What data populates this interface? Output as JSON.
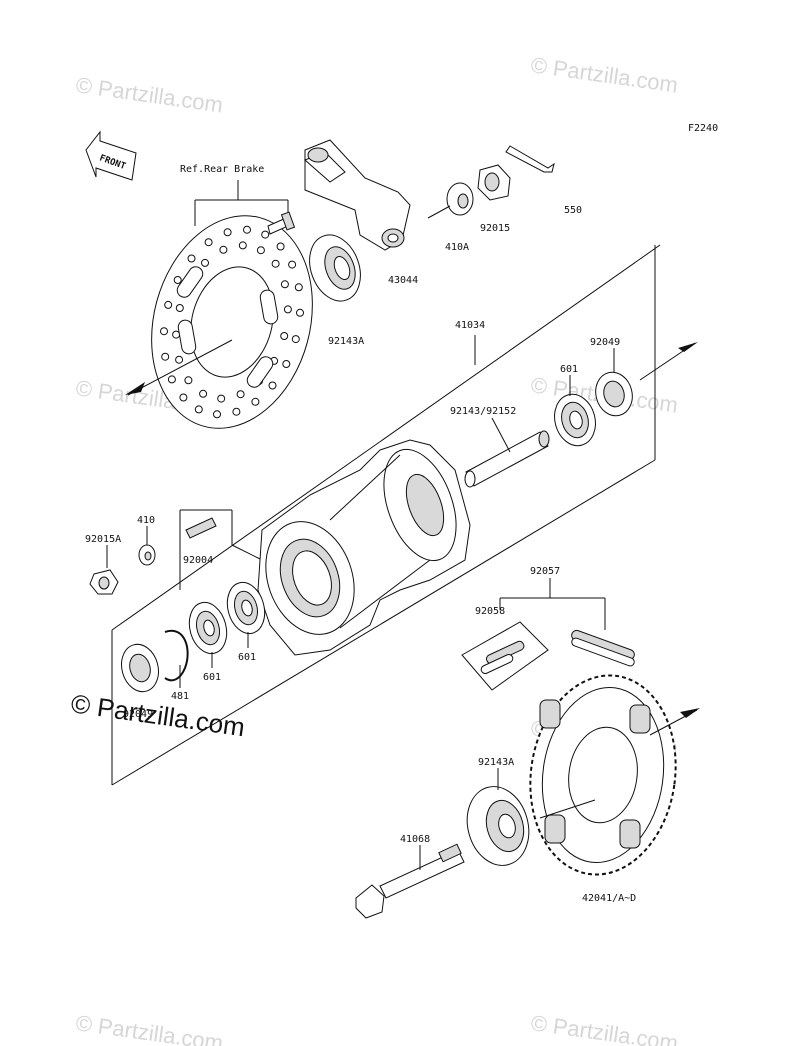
{
  "figure_code": "F2240",
  "front_badge": "FRONT",
  "ref_rear_brake": "Ref.Rear Brake",
  "watermark": "© Partzilla.com",
  "watermark_main": "© Partzilla.com",
  "parts": {
    "p550": "550",
    "p92015": "92015",
    "p410A": "410A",
    "p43044": "43044",
    "p92143A_top": "92143A",
    "p41034": "41034",
    "p92049": "92049",
    "p601_top": "601",
    "p92143_92152": "92143/92152",
    "p410": "410",
    "p92015A": "92015A",
    "p92004": "92004",
    "p92057": "92057",
    "p92058": "92058",
    "p601_a": "601",
    "p601_b": "601",
    "p481": "481",
    "p92049_bottom": "92049",
    "p92143A_bottom": "92143A",
    "p41068": "41068",
    "p42041": "42041/A~D"
  }
}
